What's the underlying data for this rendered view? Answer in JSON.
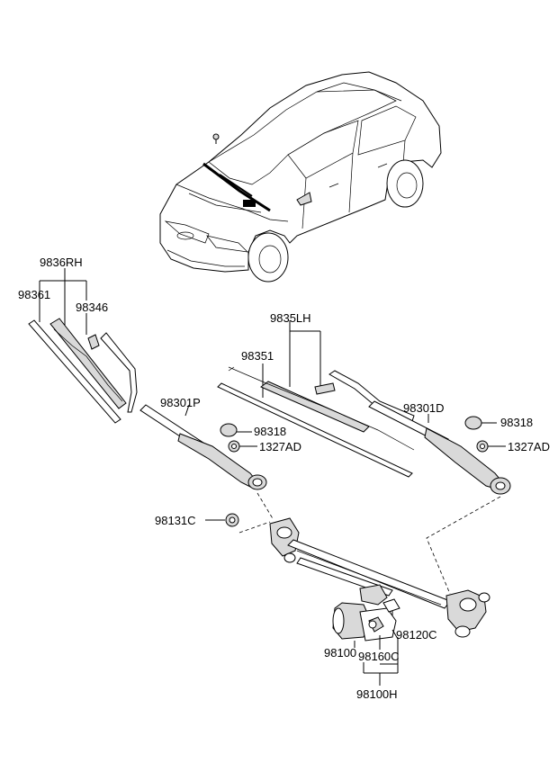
{
  "labels": {
    "rh_assy": "9836RH",
    "rh_refill": "98361",
    "rh_clip": "98346",
    "lh_assy": "9835LH",
    "lh_refill": "98351",
    "arm_p": "98301P",
    "arm_d": "98301D",
    "cap_p": "98318",
    "cap_d": "98318",
    "nut_p": "1327AD",
    "nut_d": "1327AD",
    "pivot_nut": "98131C",
    "linkage": "98120C",
    "motor": "98100",
    "crank": "98160C",
    "motor_assy": "98100H"
  }
}
